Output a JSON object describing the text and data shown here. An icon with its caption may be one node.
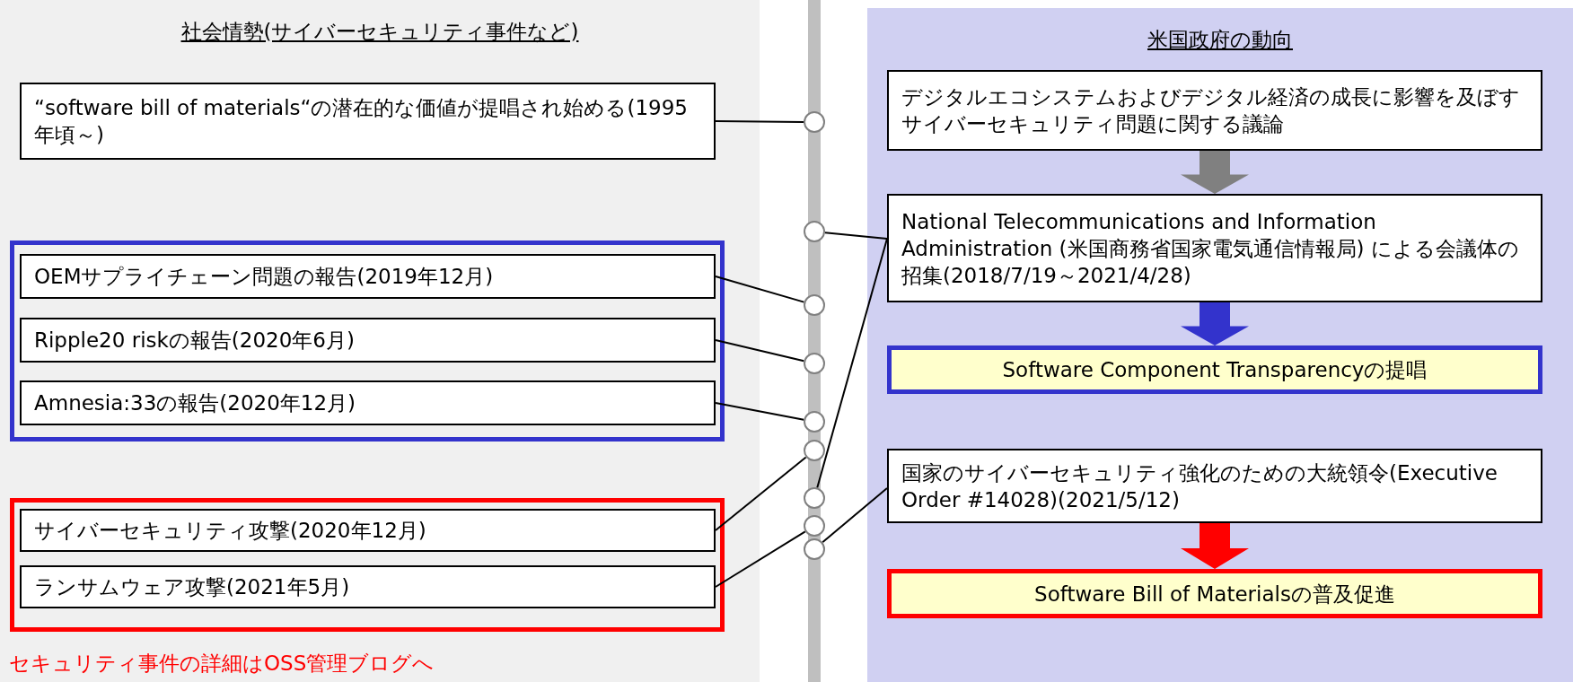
{
  "diagram": {
    "nodes": [
      {
        "text": [
          "社会情勢(サイバーセキュリティ事件など)"
        ]
      },
      {
        "text": [
          "米国政府の動向"
        ]
      },
      {
        "text": [
          "“software bill of materials“の潜在的な価値が提唱され始める(1995年頃～)"
        ],
        "in": 0
      },
      {
        "text": [],
        "shape": "box",
        "in": 0
      },
      {
        "text": [
          "OEMサプライチェーン問題の報告(2019年12月)"
        ],
        "in": 3
      },
      {
        "text": [
          "Ripple20 riskの報告(2020年6月)"
        ],
        "in": 3
      },
      {
        "text": [
          "Amnesia:33の報告(2020年12月)"
        ],
        "in": 3
      },
      {
        "text": [],
        "shape": "box",
        "in": 0
      },
      {
        "text": [
          "サイバーセキュリティ攻撃(2020年12月)"
        ],
        "in": 7
      },
      {
        "text": [
          "ランサムウェア攻撃(2021年5月)"
        ],
        "in": 7
      },
      {
        "text": [
          "デジタルエコシステムおよびデジタル経済の成長に影響を及ぼすサイバーセキュリティ問題に関する議論"
        ],
        "in": 1
      },
      {
        "text": [
          "National Telecommunications and Information Administration (米国商務省国家電気通信情報局) による会議体の招集(2018/7/19～2021/4/28)"
        ],
        "in": 1
      },
      {
        "text": [
          "Software Component Transparencyの提唱"
        ],
        "in": 1
      },
      {
        "text": [
          "国家のサイバーセキュリティ強化のための大統領令(Executive Order #14028)(2021/5/12)"
        ],
        "in": 1
      },
      {
        "text": [
          "Software Bill of Materialsの普及促進"
        ],
        "in": 1
      },
      {
        "text": [],
        "shape": "circle"
      },
      {
        "text": [],
        "shape": "circle"
      },
      {
        "text": [],
        "shape": "circle"
      },
      {
        "text": [],
        "shape": "circle"
      },
      {
        "text": [],
        "shape": "circle"
      },
      {
        "text": [],
        "shape": "circle"
      },
      {
        "text": [],
        "shape": "circle"
      },
      {
        "text": [],
        "shape": "circle"
      },
      {
        "text": [],
        "shape": "circle"
      },
      {
        "text": [],
        "shape": "bar"
      }
    ],
    "edges": [
      {
        "from": 2,
        "to": 15,
        "arrow": "none"
      },
      {
        "from": 16,
        "to": 11,
        "arrow": "none"
      },
      {
        "from": 4,
        "to": 17,
        "arrow": "none"
      },
      {
        "from": 5,
        "to": 18,
        "arrow": "none"
      },
      {
        "from": 6,
        "to": 19,
        "arrow": "none"
      },
      {
        "from": 8,
        "to": 20,
        "arrow": "none"
      },
      {
        "from": 21,
        "to": 11,
        "arrow": "none"
      },
      {
        "from": 9,
        "to": 22,
        "arrow": "none"
      },
      {
        "from": 23,
        "to": 13,
        "arrow": "none"
      },
      {
        "from": 10,
        "to": 11,
        "arrow": "to",
        "style": "thick",
        "color": "#808080"
      },
      {
        "from": 11,
        "to": 12,
        "arrow": "to",
        "style": "thick",
        "color": "#3333cc"
      },
      {
        "from": 13,
        "to": 14,
        "arrow": "to",
        "style": "thick",
        "color": "#ff0000"
      }
    ],
    "labels": [
      "セキュリティ事件の詳細はOSS管理ブログへ"
    ]
  }
}
